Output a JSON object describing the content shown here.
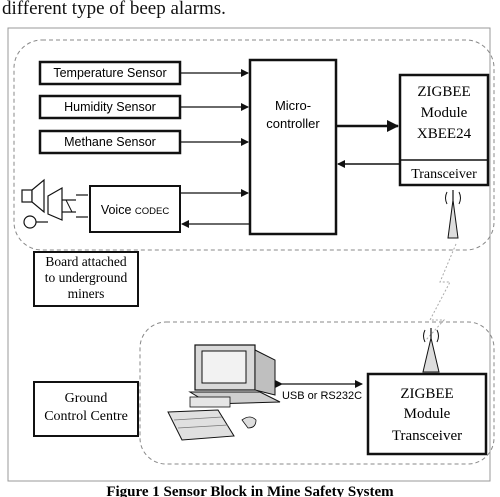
{
  "header_text": "different type of beep alarms.",
  "caption": "Figure 1 Sensor Block in Mine Safety System",
  "sensors": [
    {
      "label": "Temperature Sensor"
    },
    {
      "label": "Humidity Sensor"
    },
    {
      "label": "Methane Sensor"
    }
  ],
  "codec": {
    "label_main": "Voice ",
    "label_small": "CODEC"
  },
  "microcontroller": {
    "line1": "Micro-",
    "line2": "controller"
  },
  "zigbee_top": {
    "line1": "ZIGBEE",
    "line2": "Module",
    "line3": "XBEE24",
    "line4": "Transceiver"
  },
  "board_note": {
    "line1": "Board attached",
    "line2": "to underground",
    "line3": "miners"
  },
  "ground_control": {
    "line1": "Ground",
    "line2": "Control Centre"
  },
  "link_label": "USB or RS232C",
  "zigbee_bottom": {
    "line1": "ZIGBEE",
    "line2": "Module",
    "line3": "Transceiver"
  }
}
